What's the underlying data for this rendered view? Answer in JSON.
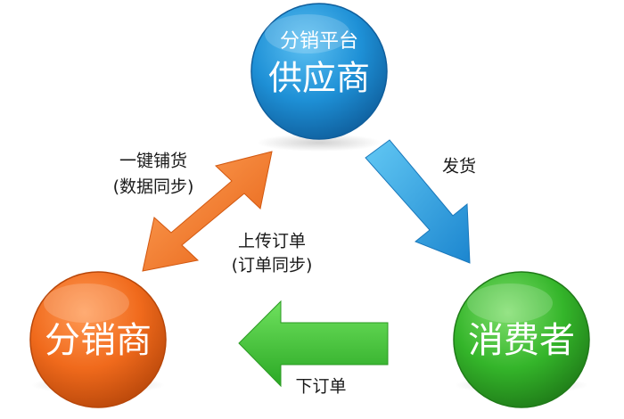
{
  "nodes": {
    "supplier": {
      "subtitle": "分销平台",
      "title": "供应商",
      "color": "#1e90d6"
    },
    "distributor": {
      "title": "分销商",
      "color": "#f06a1c"
    },
    "consumer": {
      "title": "消费者",
      "color": "#34b52a"
    }
  },
  "edges": {
    "sync_goods": {
      "line1": "一键铺货",
      "line2": "(数据同步)",
      "color": "#f07a22"
    },
    "upload_order": {
      "line1": "上传订单",
      "line2": "(订单同步)"
    },
    "ship": {
      "label": "发货",
      "color": "#2ea9e8"
    },
    "place_order": {
      "label": "下订单",
      "color": "#3cc33a"
    }
  }
}
